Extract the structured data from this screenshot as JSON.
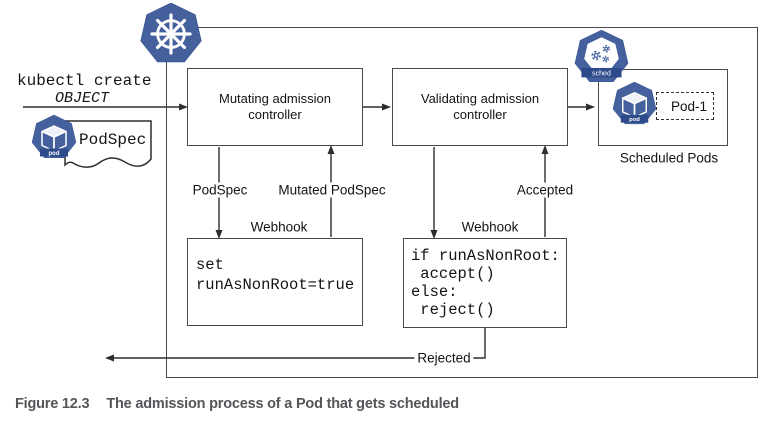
{
  "left_panel": {
    "kubectl_cmd": "kubectl create",
    "kubectl_object": "OBJECT",
    "podspec_doc": "PodSpec"
  },
  "icons": {
    "k8s": "kubernetes-logo",
    "pod_badge": "pod",
    "sched_badge": "sched"
  },
  "boxes": {
    "mutating": "Mutating admission\ncontroller",
    "validating": "Validating admission\ncontroller",
    "webhook_mutating_code": "set\nrunAsNonRoot=true",
    "webhook_validating_code": "if runAsNonRoot:\n accept()\nelse:\n reject()",
    "pod1": "Pod-1"
  },
  "labels": {
    "podspec": "PodSpec",
    "mutated_podspec": "Mutated PodSpec",
    "webhook_left": "Webhook",
    "webhook_right": "Webhook",
    "accepted": "Accepted",
    "rejected": "Rejected",
    "scheduled_pods": "Scheduled Pods"
  },
  "caption": {
    "label": "Figure 12.3",
    "title": "The admission process of a Pod that gets scheduled"
  },
  "colors": {
    "k8s_blue": "#44619e",
    "ribbon_blue": "#2d4a8a",
    "line": "#2e2e2e",
    "border": "#4a4a4a",
    "caption_gray": "#55555a"
  }
}
